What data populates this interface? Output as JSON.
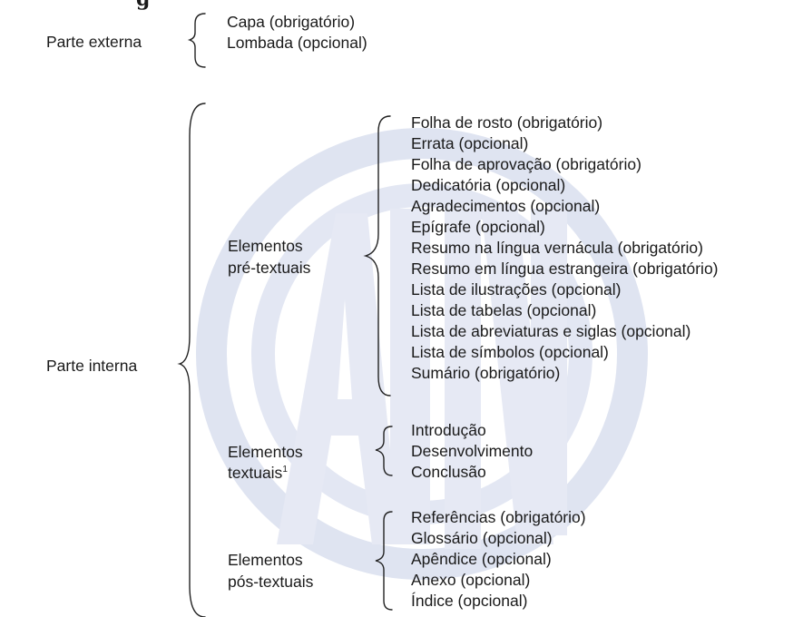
{
  "cut_title": "g",
  "external": {
    "label": "Parte externa",
    "items": [
      "Capa (obrigatório)",
      "Lombada (opcional)"
    ]
  },
  "internal": {
    "label": "Parte interna",
    "pre": {
      "label_line1": "Elementos",
      "label_line2": "pré-textuais",
      "items": [
        "Folha de rosto (obrigatório)",
        "Errata (opcional)",
        "Folha de aprovação (obrigatório)",
        "Dedicatória (opcional)",
        "Agradecimentos (opcional)",
        "Epígrafe (opcional)",
        "Resumo na língua vernácula (obrigatório)",
        "Resumo em língua estrangeira (obrigatório)",
        "Lista de ilustrações (opcional)",
        "Lista de tabelas (opcional)",
        "Lista de abreviaturas e siglas (opcional)",
        "Lista de símbolos (opcional)",
        "Sumário (obrigatório)"
      ]
    },
    "textual": {
      "label_line1": "Elementos",
      "label_line2": "textuais",
      "footnote_mark": "1",
      "items": [
        "Introdução",
        "Desenvolvimento",
        "Conclusão"
      ]
    },
    "post": {
      "label_line1": "Elementos",
      "label_line2": "pós-textuais",
      "items": [
        "Referências (obrigatório)",
        "Glossário (opcional)",
        "Apêndice (opcional)",
        "Anexo (opcional)",
        "Índice (opcional)"
      ]
    }
  },
  "watermark": {
    "text": "ABNT",
    "color": "#dfe4f1"
  },
  "colors": {
    "text": "#1a1a1a",
    "bracket": "#222222"
  }
}
